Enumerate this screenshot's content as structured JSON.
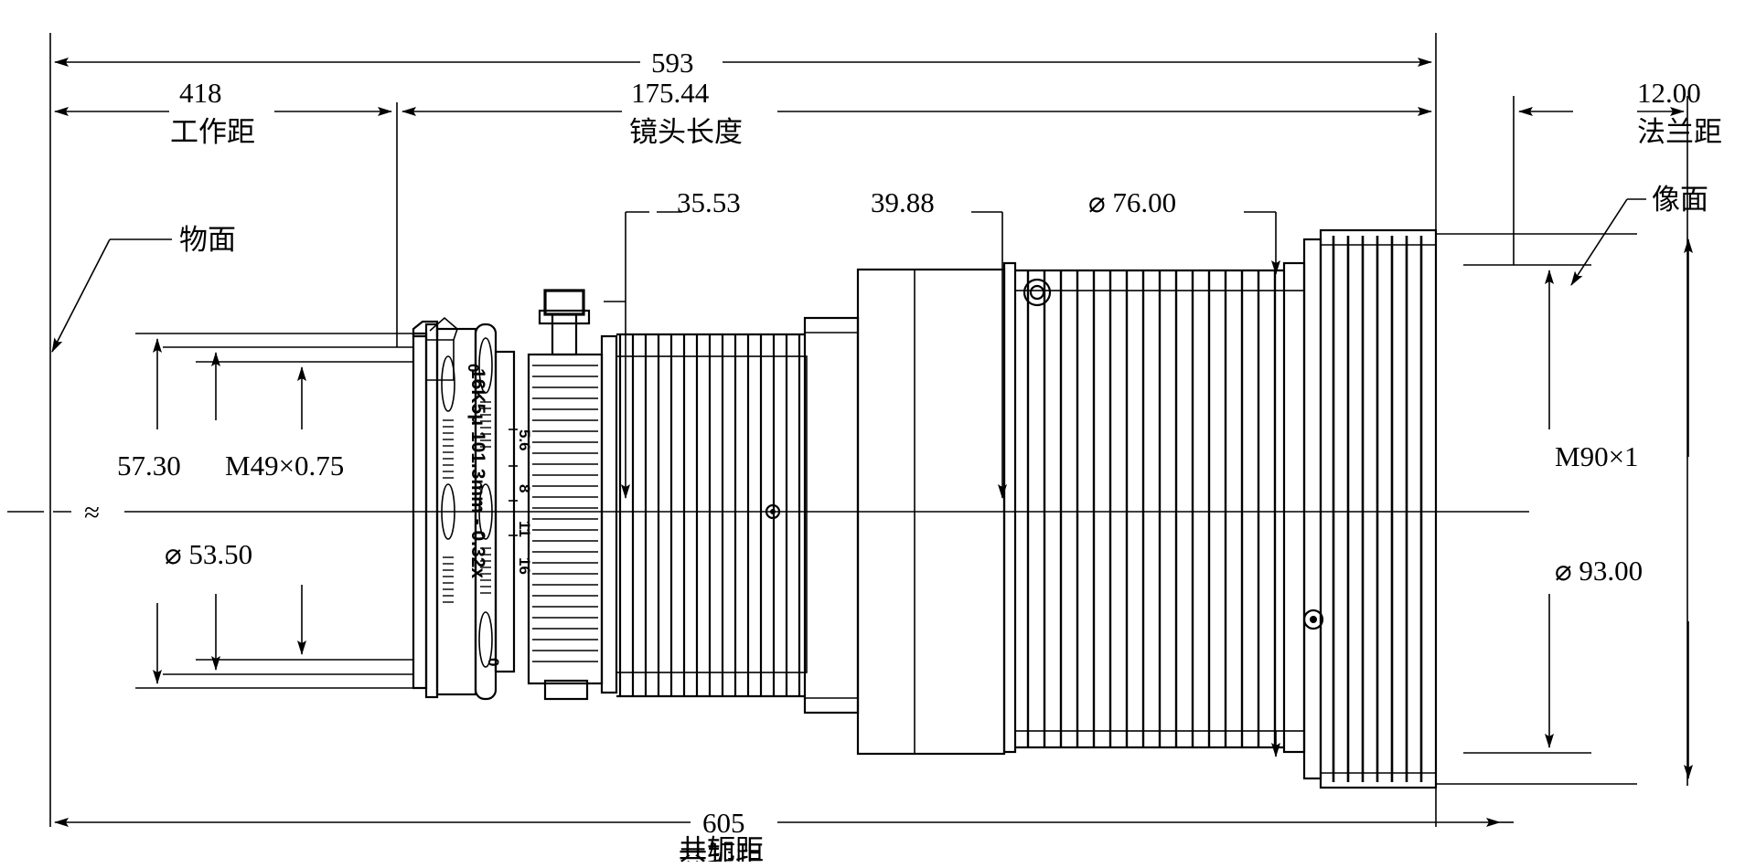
{
  "drawing": {
    "kind": "technical-dimension-drawing",
    "subject": "line-scan-camera-lens-assembly",
    "units": "mm",
    "background_color": "#ffffff",
    "line_color": "#000000"
  },
  "dimensions": {
    "overall_top": {
      "value": "593",
      "label": ""
    },
    "working_distance": {
      "value": "418",
      "label": "工作距"
    },
    "lens_length": {
      "value": "175.44",
      "label": "镜头长度"
    },
    "flange_distance": {
      "value": "12.00",
      "label": "法兰距"
    },
    "conjugate": {
      "value": "605",
      "label": "共轭距"
    },
    "detail_a": {
      "value": "35.53"
    },
    "detail_b": {
      "value": "39.88"
    },
    "barrel_diameter": {
      "value": "⌀ 76.00"
    },
    "front_height": {
      "value": "57.30"
    },
    "front_thread": {
      "value": "M49×0.75"
    },
    "front_diameter": {
      "value": "⌀ 53.50"
    },
    "rear_thread": {
      "value": "M90×1"
    },
    "rear_diameter": {
      "value": "⌀ 93.00"
    }
  },
  "callouts": {
    "object_plane": "物面",
    "image_plane": "像面"
  },
  "lens_engraving": {
    "spec": "16K5μ 101.3mm - 0.32x",
    "aperture_index": "0",
    "aperture_scale": [
      "5.6",
      "8",
      "11",
      "16"
    ],
    "focus_zero": "0"
  },
  "axis": {
    "break_symbol": "≈"
  }
}
